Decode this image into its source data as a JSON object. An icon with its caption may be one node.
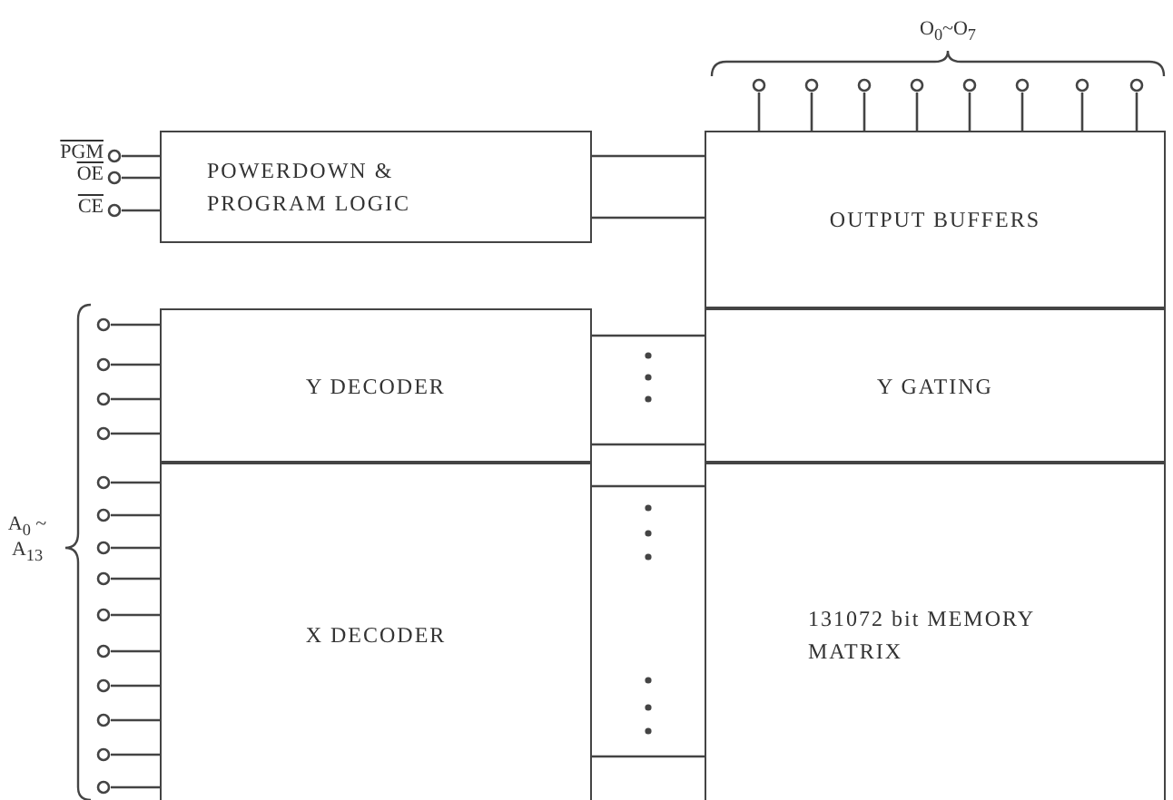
{
  "diagram": {
    "nodes": [
      {
        "text": [
          "POWERDOWN & PROGRAM LOGIC"
        ]
      },
      {
        "text": [
          "OUTPUT BUFFERS"
        ]
      },
      {
        "text": [
          "Y DECODER"
        ]
      },
      {
        "text": [
          "Y GATING"
        ]
      },
      {
        "text": [
          "X DECODER"
        ]
      },
      {
        "text": [
          "131072 bit MEMORY MATRIX"
        ]
      },
      {
        "text": [
          "PGM"
        ]
      },
      {
        "text": [
          "OE"
        ]
      },
      {
        "text": [
          "CE"
        ]
      },
      {
        "text": [],
        "shape": "circle"
      },
      {
        "text": [],
        "shape": "circle"
      },
      {
        "text": [],
        "shape": "circle"
      },
      {
        "text": [],
        "shape": "circle"
      },
      {
        "text": [],
        "shape": "circle"
      },
      {
        "text": [],
        "shape": "circle"
      },
      {
        "text": [],
        "shape": "circle"
      },
      {
        "text": [],
        "shape": "circle"
      },
      {
        "text": [],
        "shape": "circle"
      },
      {
        "text": [],
        "shape": "circle"
      },
      {
        "text": [],
        "shape": "circle"
      },
      {
        "text": [],
        "shape": "circle"
      },
      {
        "text": [],
        "shape": "circle"
      },
      {
        "text": [],
        "shape": "circle"
      },
      {
        "text": [],
        "shape": "circle"
      },
      {
        "text": [],
        "shape": "circle"
      },
      {
        "text": [],
        "shape": "circle"
      },
      {
        "text": [],
        "shape": "circle"
      },
      {
        "text": [],
        "shape": "circle"
      },
      {
        "text": [],
        "shape": "circle"
      },
      {
        "text": [],
        "shape": "circle"
      },
      {
        "text": [],
        "shape": "circle"
      }
    ],
    "edges": [
      {
        "from": 6,
        "to": 0,
        "arrow": "none"
      },
      {
        "from": 7,
        "to": 0,
        "arrow": "none"
      },
      {
        "from": 8,
        "to": 0,
        "arrow": "none"
      },
      {
        "from": 9,
        "to": 2,
        "arrow": "none"
      },
      {
        "from": 10,
        "to": 2,
        "arrow": "none"
      },
      {
        "from": 11,
        "to": 2,
        "arrow": "none"
      },
      {
        "from": 12,
        "to": 2,
        "arrow": "none"
      },
      {
        "from": 13,
        "to": 4,
        "arrow": "none"
      },
      {
        "from": 14,
        "to": 4,
        "arrow": "none"
      },
      {
        "from": 15,
        "to": 4,
        "arrow": "none"
      },
      {
        "from": 16,
        "to": 4,
        "arrow": "none"
      },
      {
        "from": 17,
        "to": 4,
        "arrow": "none"
      },
      {
        "from": 18,
        "to": 4,
        "arrow": "none"
      },
      {
        "from": 19,
        "to": 4,
        "arrow": "none"
      },
      {
        "from": 20,
        "to": 4,
        "arrow": "none"
      },
      {
        "from": 21,
        "to": 4,
        "arrow": "none"
      },
      {
        "from": 22,
        "to": 4,
        "arrow": "none"
      },
      {
        "from": 1,
        "to": 23,
        "arrow": "none"
      },
      {
        "from": 1,
        "to": 24,
        "arrow": "none"
      },
      {
        "from": 1,
        "to": 25,
        "arrow": "none"
      },
      {
        "from": 1,
        "to": 26,
        "arrow": "none"
      },
      {
        "from": 1,
        "to": 27,
        "arrow": "none"
      },
      {
        "from": 1,
        "to": 28,
        "arrow": "none"
      },
      {
        "from": 1,
        "to": 29,
        "arrow": "none"
      },
      {
        "from": 1,
        "to": 30,
        "arrow": "none"
      },
      {
        "from": 0,
        "to": 1,
        "arrow": "none"
      },
      {
        "from": 0,
        "to": 1,
        "arrow": "none"
      },
      {
        "from": 2,
        "to": 3,
        "arrow": "none"
      },
      {
        "from": 2,
        "to": 3,
        "arrow": "none"
      },
      {
        "from": 4,
        "to": 5,
        "arrow": "none"
      },
      {
        "from": 4,
        "to": 5,
        "arrow": "none"
      }
    ],
    "labels": [
      "O$_{0}$~O$_{7}$",
      "A$_{0}$ ~ A$_{13}$"
    ]
  }
}
